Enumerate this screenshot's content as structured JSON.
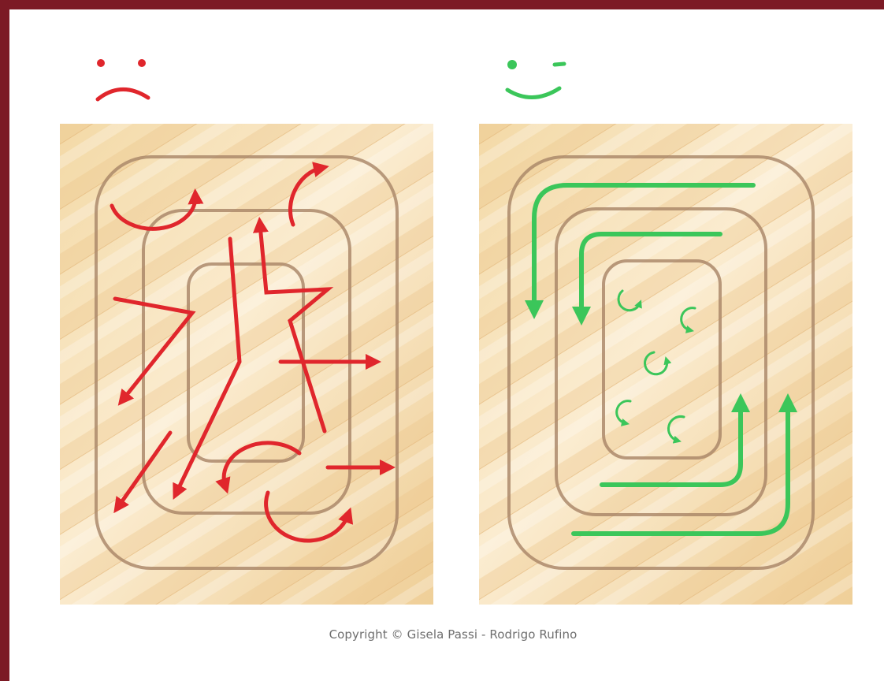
{
  "colors": {
    "frame": "#7c1a25",
    "wrong": "#e0262c",
    "right": "#3bc65a",
    "track": "#a07a5c",
    "wood_light": "#f6e0b4",
    "wood_dark": "#e8c48a"
  },
  "panels": [
    {
      "id": "wrong-way",
      "face": "sad-face-icon",
      "arrow_color": "wrong"
    },
    {
      "id": "right-way",
      "face": "winking-face-icon",
      "arrow_color": "right"
    }
  ],
  "footer": {
    "copyright": "Copyright © Gisela Passi - Rodrigo Rufino"
  }
}
